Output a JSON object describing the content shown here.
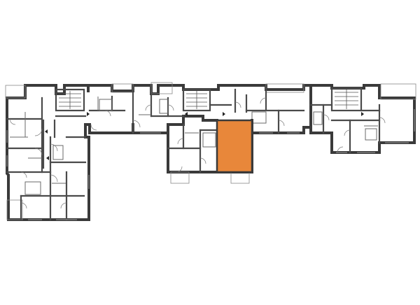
{
  "floor_plan": {
    "highlight_color": "#e8873a",
    "wall_color": "#3a3a3a",
    "background_color": "#ffffff",
    "units": [
      {
        "id": "selected-apartment",
        "highlighted": true
      },
      {
        "id": "west-wing-apartments",
        "highlighted": false
      },
      {
        "id": "central-apartments",
        "highlighted": false
      },
      {
        "id": "east-wing-apartments",
        "highlighted": false
      }
    ],
    "stairwells": [
      "stair-west",
      "stair-center",
      "stair-east"
    ]
  }
}
